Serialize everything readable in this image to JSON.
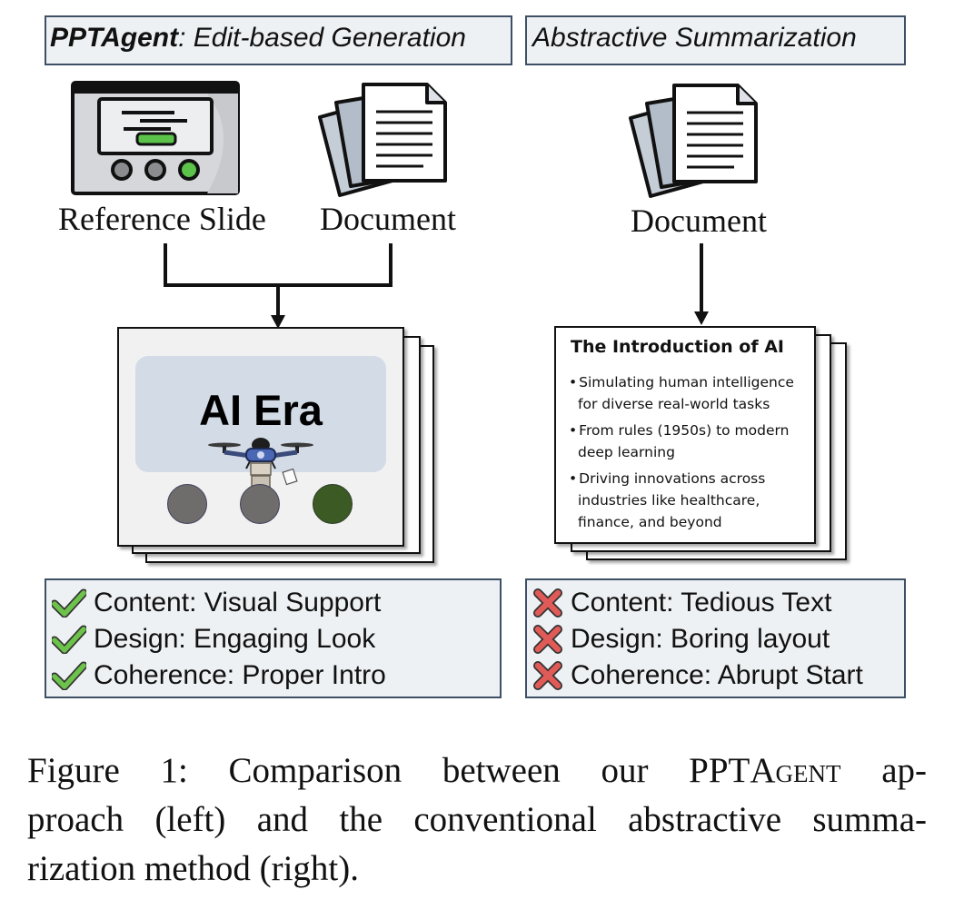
{
  "left_header": {
    "bold": "PPTAgent",
    "rest": ": Edit-based Generation"
  },
  "right_header": {
    "text": "Abstractive Summarization"
  },
  "labels": {
    "reference_slide": "Reference Slide",
    "document_left": "Document",
    "document_right": "Document"
  },
  "slide": {
    "title": "AI Era"
  },
  "summary_slide": {
    "title": "The Introduction of AI",
    "bullets": [
      {
        "l1": "Simulating human intelligence",
        "l2": "for diverse real-world tasks"
      },
      {
        "l1": "From rules (1950s) to modern",
        "l2": "deep learning"
      },
      {
        "l1": "Driving innovations across",
        "l2": "industries like healthcare,",
        "l3": "finance, and beyond"
      }
    ]
  },
  "left_eval": [
    {
      "text": "Content: Visual Support",
      "icon": "check-icon"
    },
    {
      "text": "Design: Engaging Look",
      "icon": "check-icon"
    },
    {
      "text": "Coherence: Proper Intro",
      "icon": "check-icon"
    }
  ],
  "right_eval": [
    {
      "text": "Content: Tedious Text",
      "icon": "cross-icon"
    },
    {
      "text": "Design: Boring layout",
      "icon": "cross-icon"
    },
    {
      "text": "Coherence: Abrupt Start",
      "icon": "cross-icon"
    }
  ],
  "caption": {
    "line1_a": "Figure 1:  Comparison between our PPT",
    "line1_sc": "Agent",
    "line1_b": " ap-",
    "line2": "proach (left) and the conventional abstractive summa-",
    "line3": "rization method (right)."
  },
  "colors": {
    "box_fill": "#eef1f4",
    "box_border": "#3e5066",
    "check_green": "#6cc24a",
    "cross_red": "#e05a57",
    "slide_panel": "#d3dbe6"
  }
}
